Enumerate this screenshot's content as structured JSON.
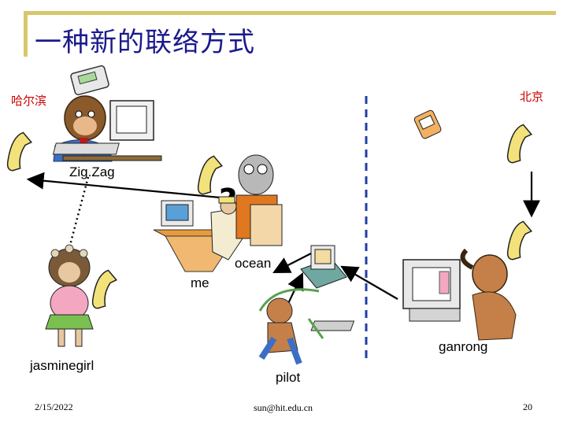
{
  "slide": {
    "title": "一种新的联络方式",
    "city_left": "哈尔滨",
    "city_right": "北京"
  },
  "labels": {
    "zigzag": "Zig.Zag",
    "ocean": "ocean",
    "me": "me",
    "ganrong": "ganrong",
    "jasminegirl": "jasminegirl",
    "pilot": "pilot"
  },
  "footer": {
    "date": "2/15/2022",
    "email": "sun@hit.edu.cn",
    "page_number": "20"
  },
  "colors": {
    "title": "#1a1a8c",
    "city": "#cc0000",
    "frame": "#d8c76a",
    "divider": "#1f3fa6",
    "phone": "#f3e27a"
  }
}
